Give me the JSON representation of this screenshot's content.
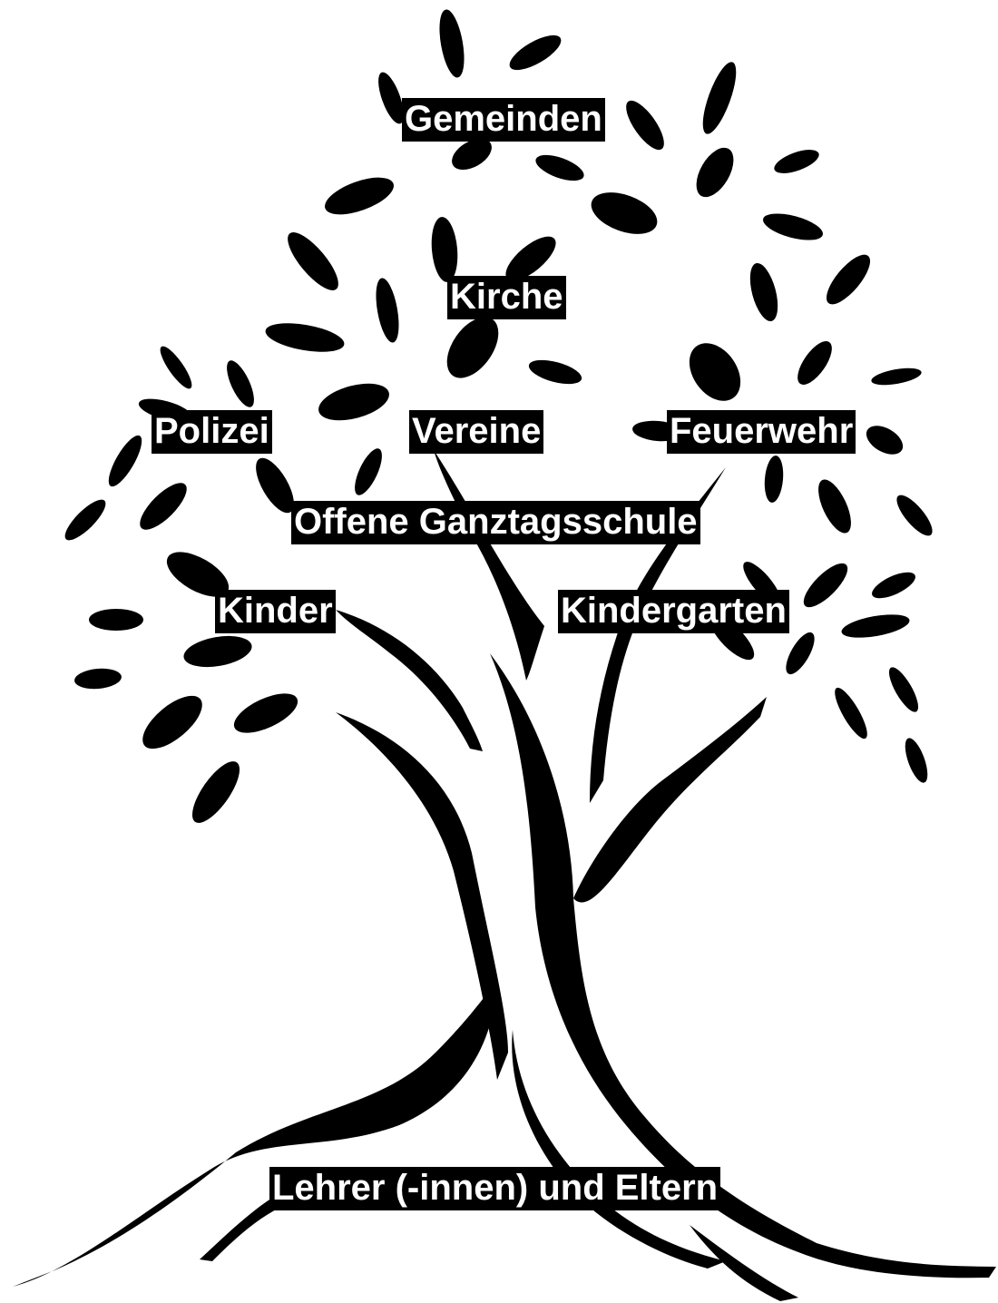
{
  "tree": {
    "ink_color": "#000000",
    "background_color": "#ffffff",
    "label_text_color": "#ffffff",
    "labels": {
      "gemeinden": "Gemeinden",
      "kirche": "Kirche",
      "polizei": "Polizei",
      "vereine": "Vereine",
      "feuerwehr": "Feuerwehr",
      "ogs": "Offene Ganztagsschule",
      "kinder": "Kinder",
      "kindergarten": "Kindergarten",
      "eltern": "Lehrer (-innen) und Eltern"
    }
  }
}
